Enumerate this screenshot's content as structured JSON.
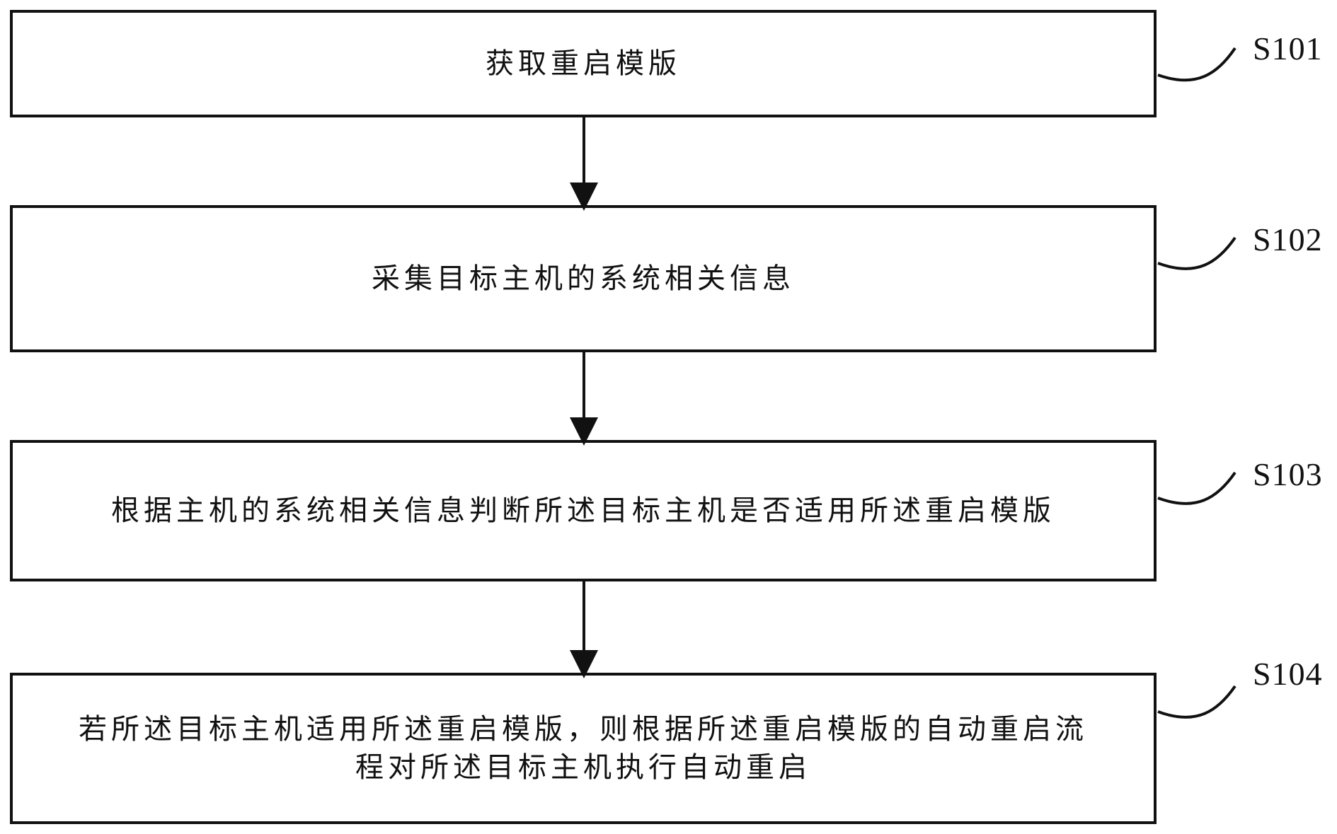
{
  "steps": [
    {
      "id": "S101",
      "text": "获取重启模版"
    },
    {
      "id": "S102",
      "text": "采集目标主机的系统相关信息"
    },
    {
      "id": "S103",
      "text": "根据主机的系统相关信息判断所述目标主机是否适用所述重启模版"
    },
    {
      "id": "S104",
      "text": "若所述目标主机适用所述重启模版，则根据所述重启模版的自动重启流\n程对所述目标主机执行自动重启"
    }
  ]
}
